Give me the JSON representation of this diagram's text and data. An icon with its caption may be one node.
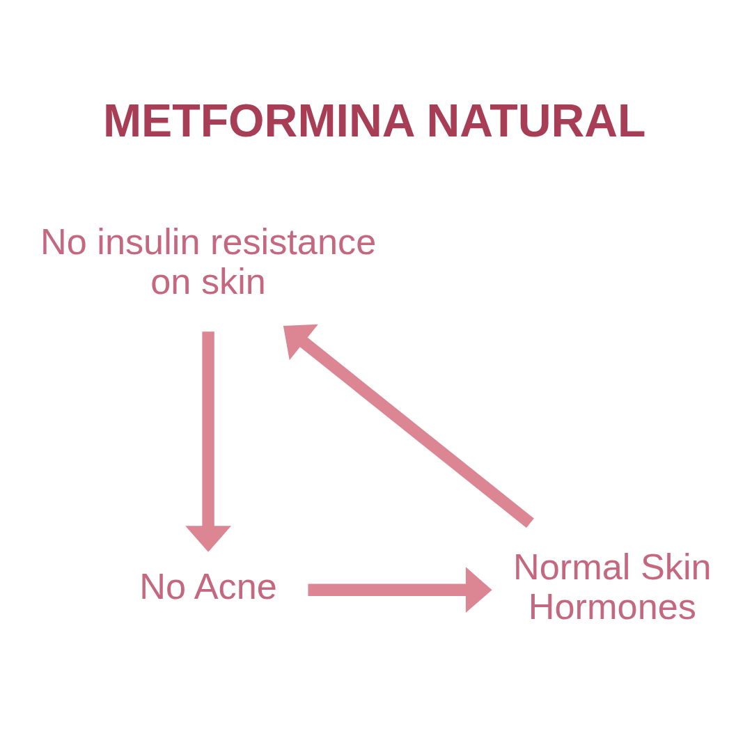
{
  "diagram": {
    "title": "METFORMINA NATURAL",
    "nodes": [
      {
        "text": [
          "No insulin resistance on skin"
        ]
      },
      {
        "text": [
          "No Acne"
        ]
      },
      {
        "text": [
          "Normal Skin Hormones"
        ]
      }
    ],
    "edges": [
      {
        "from": 0,
        "to": 1,
        "arrow": "to"
      },
      {
        "from": 1,
        "to": 2,
        "arrow": "to"
      },
      {
        "from": 2,
        "to": 0,
        "arrow": "to"
      }
    ]
  }
}
